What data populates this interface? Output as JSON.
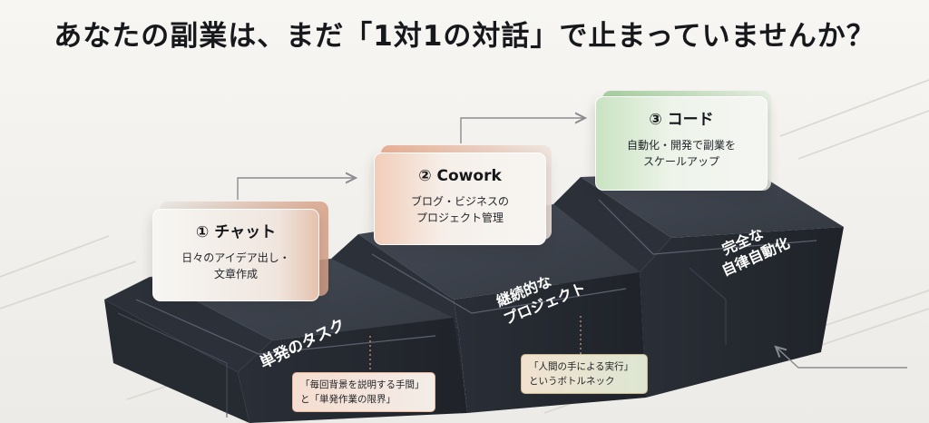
{
  "headline": "あなたの副業は、まだ「1対1の対話」で止まっていませんか？",
  "steps": [
    {
      "title": "① チャット",
      "description": "日々のアイデア出し・\n文章作成",
      "platform_label": "単発のタスク",
      "accent": "#d79a7a"
    },
    {
      "title": "② Cowork",
      "description": "ブログ・ビジネスの\nプロジェクト管理",
      "platform_label": "継続的な\nプロジェクト",
      "accent": "#e0a184"
    },
    {
      "title": "③ コード",
      "description": "自動化・開発で副業を\nスケールアップ",
      "platform_label": "完全な\n自律自動化",
      "accent": "#8fbf88"
    }
  ],
  "bottleneck_notes": [
    {
      "text": "「毎回背景を説明する手間」\nと「単発作業の限界」",
      "accent": "#e8b393"
    },
    {
      "text": "「人間の手による実行」\nというボトルネック",
      "accent": "#c7b48a"
    }
  ],
  "colors": {
    "platform_top": "#3a3f49",
    "platform_side": "#23272f",
    "background": "#f2f0ec"
  }
}
